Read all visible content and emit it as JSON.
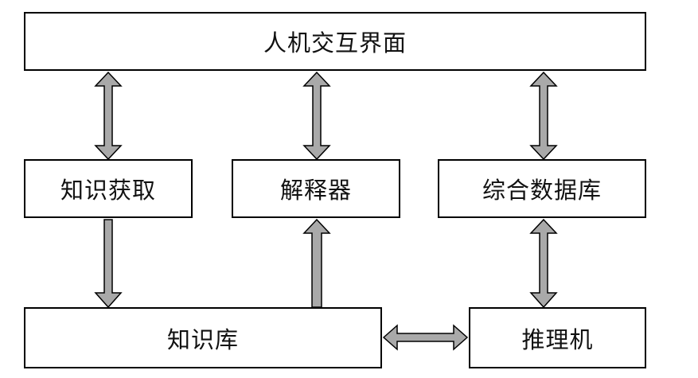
{
  "diagram": {
    "nodes": {
      "human_machine_interface": "人机交互界面",
      "knowledge_acquisition": "知识获取",
      "explainer": "解释器",
      "comprehensive_database": "综合数据库",
      "knowledge_base": "知识库",
      "inference_engine": "推理机"
    },
    "edges": [
      {
        "from": "human_machine_interface",
        "to": "knowledge_acquisition",
        "direction": "both"
      },
      {
        "from": "human_machine_interface",
        "to": "explainer",
        "direction": "both"
      },
      {
        "from": "human_machine_interface",
        "to": "comprehensive_database",
        "direction": "both"
      },
      {
        "from": "knowledge_acquisition",
        "to": "knowledge_base",
        "direction": "forward"
      },
      {
        "from": "knowledge_base",
        "to": "explainer",
        "direction": "forward"
      },
      {
        "from": "comprehensive_database",
        "to": "inference_engine",
        "direction": "both"
      },
      {
        "from": "knowledge_base",
        "to": "inference_engine",
        "direction": "both"
      }
    ],
    "colors": {
      "arrow_fill": "#a9a9a9",
      "box_border": "#000000",
      "background": "#ffffff"
    }
  }
}
